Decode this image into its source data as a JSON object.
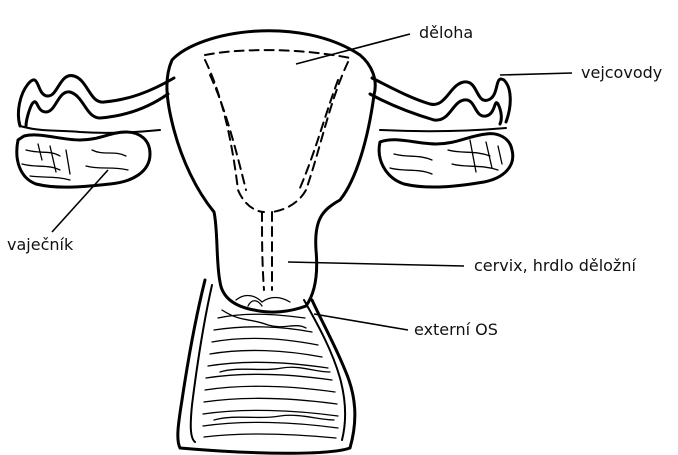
{
  "diagram": {
    "labels": {
      "uterus": "děloha",
      "fallopian_tubes": "vejcovody",
      "ovary": "vaječník",
      "cervix": "cervix, hrdlo děložní",
      "external_os": "externí OS"
    }
  },
  "colors": {
    "ink": "#000000",
    "background": "#ffffff",
    "text": "#111111"
  }
}
